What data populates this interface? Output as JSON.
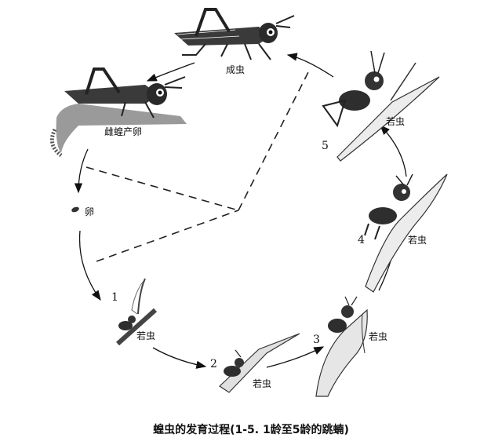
{
  "stages": {
    "adult": "成虫",
    "female_laying": "雌蝗产卵",
    "egg": "卵",
    "nymph": "若虫"
  },
  "instars": [
    "1",
    "2",
    "3",
    "4",
    "5"
  ],
  "caption": "蝗虫的发育过程(1-5.  1龄至5龄的跳蝻)"
}
